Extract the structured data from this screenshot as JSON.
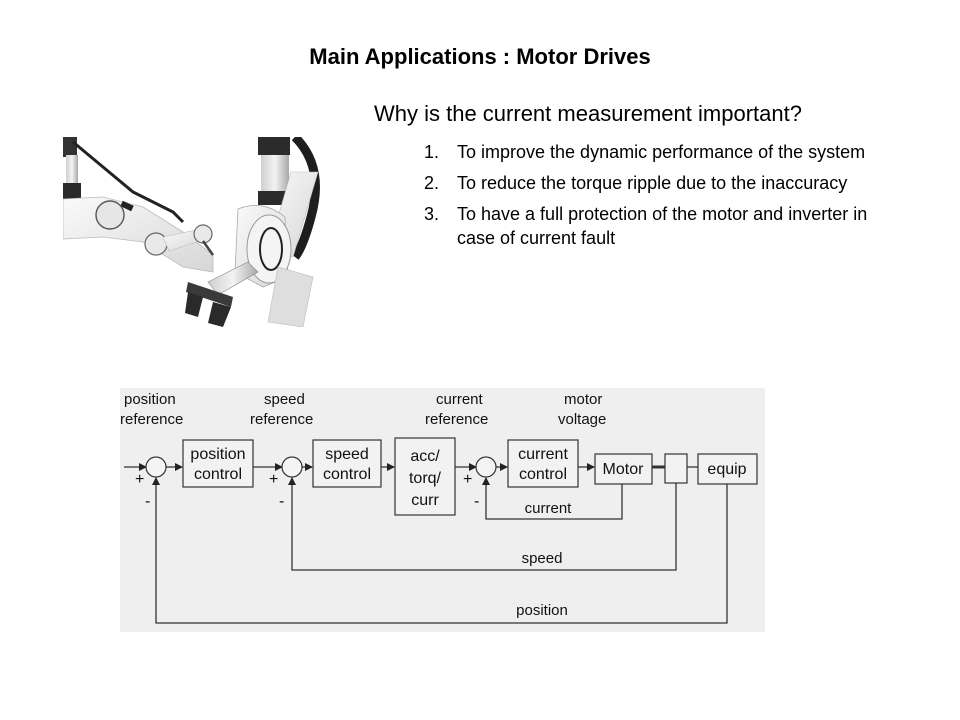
{
  "slide": {
    "title": "Main Applications : Motor Drives",
    "question": "Why is the current measurement important?",
    "reasons": [
      {
        "num": "1.",
        "text": "To improve the dynamic performance of the system"
      },
      {
        "num": "2.",
        "text": "To reduce the torque ripple due to the inaccuracy"
      },
      {
        "num": "3.",
        "text": "To have a full protection of the motor and inverter in case of current fault"
      }
    ],
    "image": {
      "subject": "industrial robot arms with gripper"
    }
  },
  "diagram": {
    "top_labels": {
      "position_reference": [
        "position",
        "reference"
      ],
      "speed_reference": [
        "speed",
        "reference"
      ],
      "current_reference": [
        "current",
        "reference"
      ],
      "motor_voltage": [
        "motor",
        "voltage"
      ]
    },
    "blocks": {
      "position_control": [
        "position",
        "control"
      ],
      "speed_control": [
        "speed",
        "control"
      ],
      "acc_torq_curr": [
        "acc/",
        "torq/",
        "curr"
      ],
      "current_control": [
        "current",
        "control"
      ],
      "motor": "Motor",
      "sensor": "",
      "equip": "equip"
    },
    "signs": {
      "plus": "+",
      "minus": "-"
    },
    "feedback_labels": {
      "current": "current",
      "speed": "speed",
      "position": "position"
    },
    "colors": {
      "background": "#efefef",
      "line": "#333333",
      "box_fill": "#f2f2f2"
    }
  }
}
